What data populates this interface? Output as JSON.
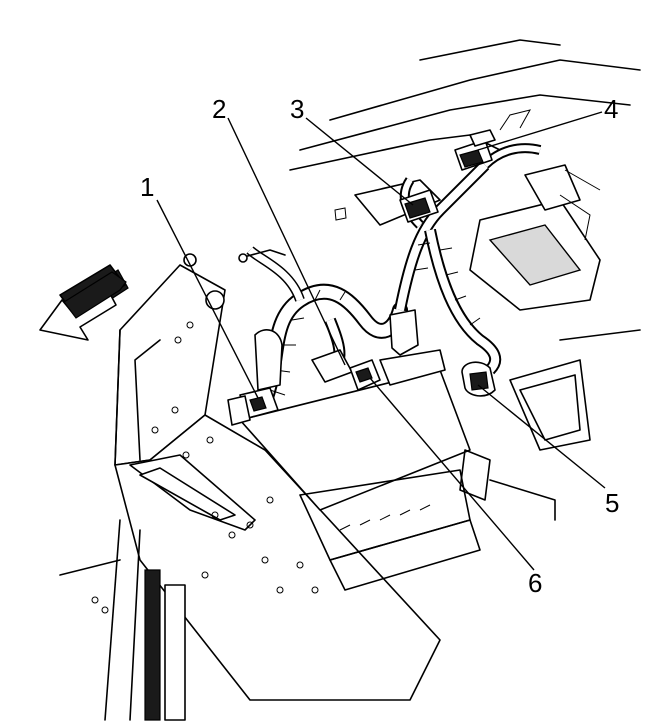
{
  "callouts": [
    {
      "id": "1",
      "label": "1"
    },
    {
      "id": "2",
      "label": "2"
    },
    {
      "id": "3",
      "label": "3"
    },
    {
      "id": "4",
      "label": "4"
    },
    {
      "id": "5",
      "label": "5"
    },
    {
      "id": "6",
      "label": "6"
    }
  ],
  "icons": {
    "direction_arrow": "forward-arrow-icon"
  }
}
